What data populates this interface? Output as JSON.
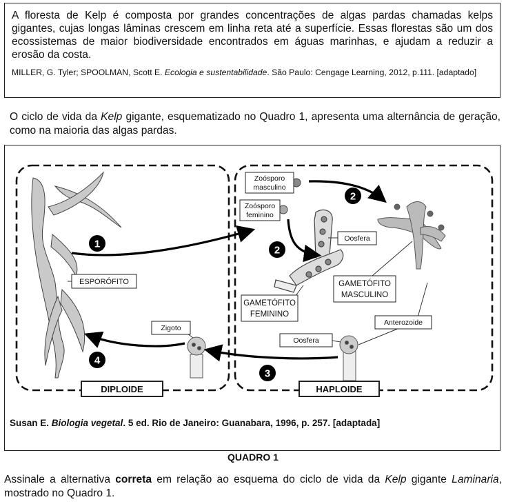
{
  "intro": {
    "text": "A floresta de Kelp é composta por grandes concentrações de algas pardas chamadas kelps gigantes, cujas longas lâminas crescem em linha reta até a superfície. Essas florestas são um dos ecossistemas de maior biodiversidade encontrados em águas marinhas, e ajudam a reduzir a erosão da costa.",
    "citation_authors": "MILLER, G. Tyler; SPOOLMAN, Scott E. ",
    "citation_title": "Ecologia e sustentabilidade",
    "citation_rest": ". São Paulo: Cengage Learning, 2012, p.111. [adaptado]"
  },
  "context": {
    "before": "O ciclo de vida da ",
    "kelp": "Kelp",
    "after": " gigante, esquematizado no Quadro 1, apresenta uma alternância de geração, como na maioria das algas pardas."
  },
  "diagram": {
    "labels": {
      "esporofito": "ESPORÓFITO",
      "zoosporo_masculino_1": "Zoósporo",
      "zoosporo_masculino_2": "masculino",
      "zoosporo_feminino_1": "Zoósporo",
      "zoosporo_feminino_2": "feminino",
      "oosfera_top": "Oosfera",
      "gametofito_masculino_1": "GAMETÓFITO",
      "gametofito_masculino_2": "MASCULINO",
      "gametofito_feminino_1": "GAMETÓFITO",
      "gametofito_feminino_2": "FEMININO",
      "anterozoide": "Anterozoide",
      "oosfera_bottom": "Oosfera",
      "zigoto": "Zigoto",
      "diploide": "DIPLOIDE",
      "haploide": "HAPLOIDE"
    },
    "steps": [
      "1",
      "2",
      "2",
      "3",
      "4"
    ]
  },
  "caption": {
    "author": "Susan E. ",
    "title": "Biologia vegetal",
    "rest": ". 5 ed. Rio de Janeiro: Guanabara, 1996, p. 257. [adaptada]"
  },
  "quadro_label": "QUADRO 1",
  "question": {
    "part1": "Assinale a alternativa ",
    "bold": "correta",
    "part2": " em relação ao esquema do ciclo de vida da ",
    "kelp": "Kelp",
    "part3": " gigante ",
    "laminaria": "Laminaria",
    "part4": ", mostrado no Quadro 1."
  }
}
